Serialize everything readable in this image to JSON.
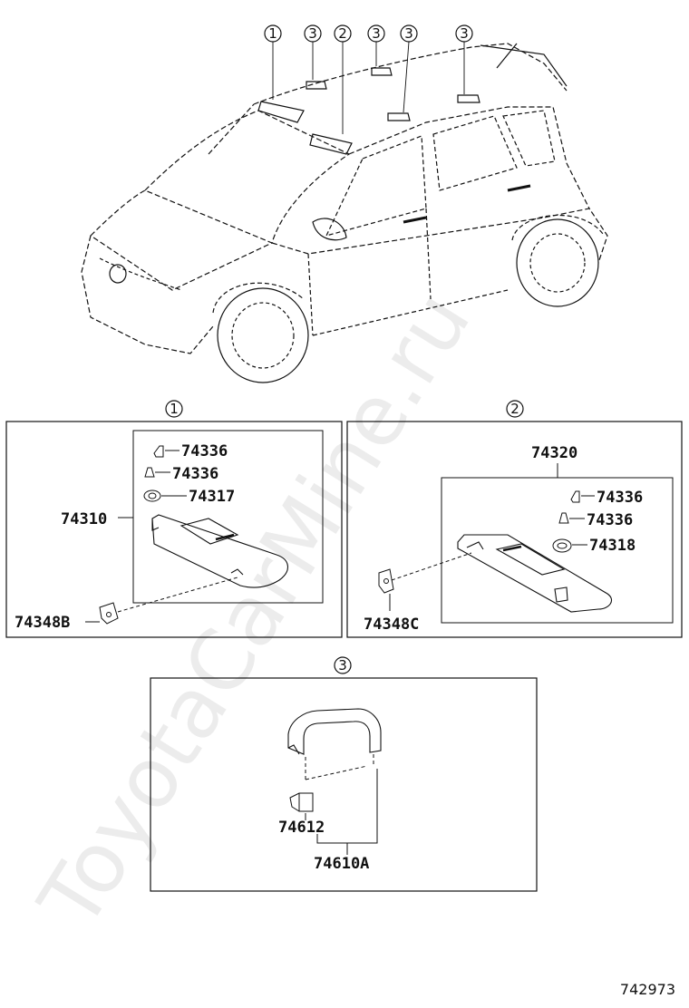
{
  "watermark": "ToyotaCarMine.ru",
  "overview_callouts": [
    "1",
    "3",
    "2",
    "3",
    "3",
    "3"
  ],
  "panel1": {
    "callout": "1",
    "parts": {
      "clip_a": "74336",
      "clip_b": "74336",
      "holder": "74317",
      "visor": "74310",
      "bracket": "74348B"
    }
  },
  "panel2": {
    "callout": "2",
    "parts": {
      "visor": "74320",
      "clip_a": "74336",
      "clip_b": "74336",
      "holder": "74318",
      "bracket": "74348C"
    }
  },
  "panel3": {
    "callout": "3",
    "parts": {
      "cover": "74612",
      "grip": "74610A"
    }
  },
  "illustration_code": "742973"
}
